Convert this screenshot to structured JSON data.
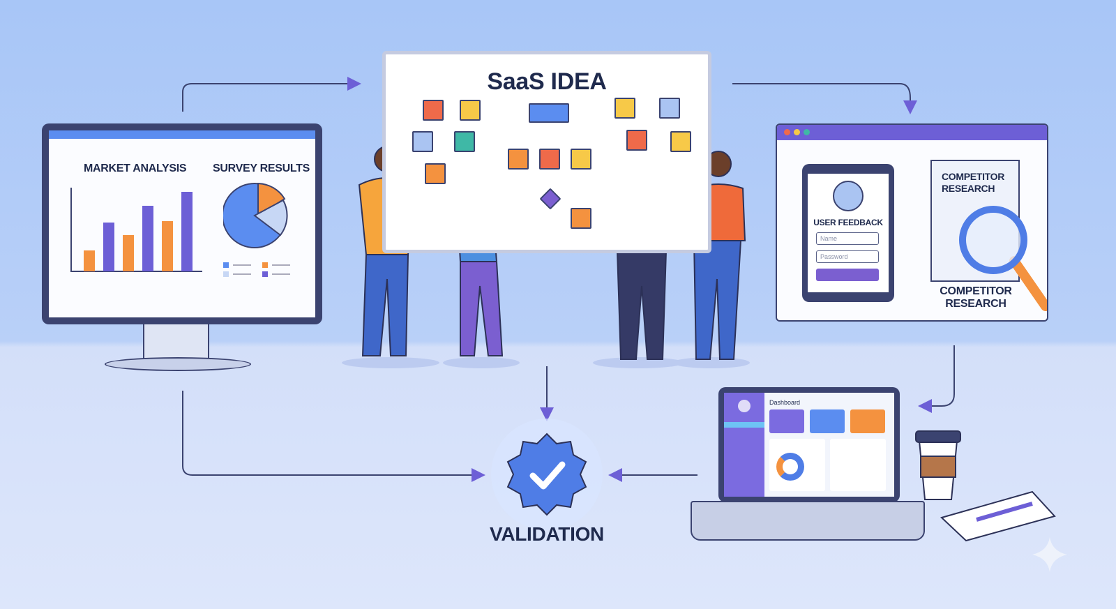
{
  "board": {
    "title": "SaaS IDEA"
  },
  "monitor": {
    "left_title": "MARKET ANALYSIS",
    "right_title": "SURVEY RESULTS"
  },
  "browser": {
    "tablet_title": "USER FEEDBACK",
    "name_placeholder": "Name",
    "password_placeholder": "Password",
    "doc_title": "COMPETITOR RESEARCH",
    "caption": "COMPETITOR RESEARCH"
  },
  "laptop": {
    "dashboard_title": "Dashboard"
  },
  "validation": {
    "label": "VALIDATION"
  },
  "colors": {
    "purple": "#6d5fd6",
    "blue": "#5b8df0",
    "orange": "#f4923f",
    "navy": "#3b4370",
    "red": "#ef6a4a",
    "yellow": "#f7c948",
    "teal": "#3fb8a6"
  },
  "icons": [
    "user-avatar-icon",
    "magnifier-icon",
    "checkmark-badge-icon",
    "coffee-cup-icon",
    "notebook-icon",
    "pen-icon",
    "sparkle-icon"
  ]
}
